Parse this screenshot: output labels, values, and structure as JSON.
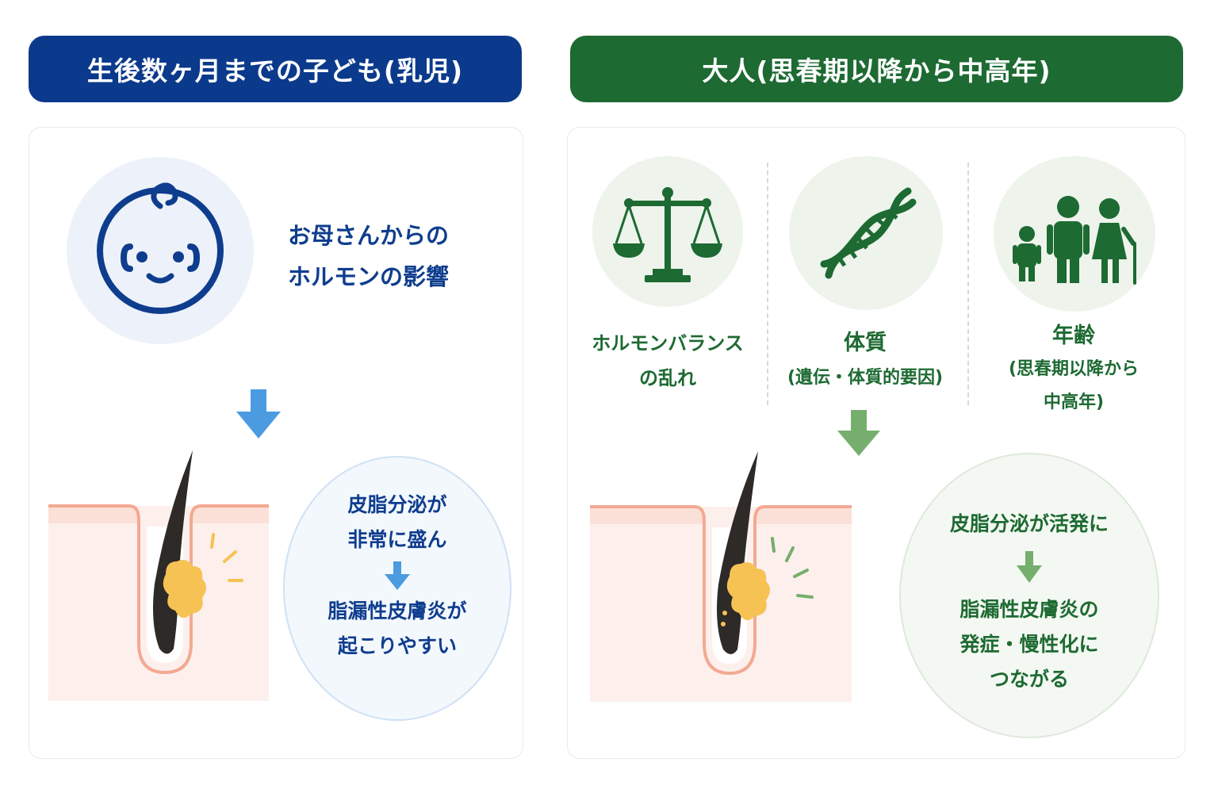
{
  "infant": {
    "title": "生後数ヶ月までの子ども(乳児)",
    "cause_line1": "お母さんからの",
    "cause_line2": "ホルモンの影響",
    "effect": {
      "line1": "皮脂分泌が",
      "line2": "非常に盛ん",
      "line3": "脂漏性皮膚炎が",
      "line4": "起こりやすい"
    },
    "icon": "baby-face-icon"
  },
  "adult": {
    "title": "大人(思春期以降から中高年)",
    "factors": [
      {
        "icon": "balance-scale-icon",
        "line1": "ホルモンバランス",
        "line2": "の乱れ",
        "line3": ""
      },
      {
        "icon": "dna-icon",
        "line1": "体質",
        "line2": "(遺伝・体質的要因)",
        "line3": ""
      },
      {
        "icon": "family-icon",
        "line1": "年齢",
        "line2": "(思春期以降から",
        "line3": "中高年)"
      }
    ],
    "effect": {
      "line1": "皮脂分泌が活発に",
      "line2": "脂漏性皮膚炎の",
      "line3": "発症・慢性化に",
      "line4": "つながる"
    }
  },
  "colors": {
    "infant_accent": "#0b3a8c",
    "adult_accent": "#1d6a32",
    "infant_arrow": "#4a9be0",
    "adult_arrow": "#76ae6e",
    "sebum": "#f6c254"
  }
}
